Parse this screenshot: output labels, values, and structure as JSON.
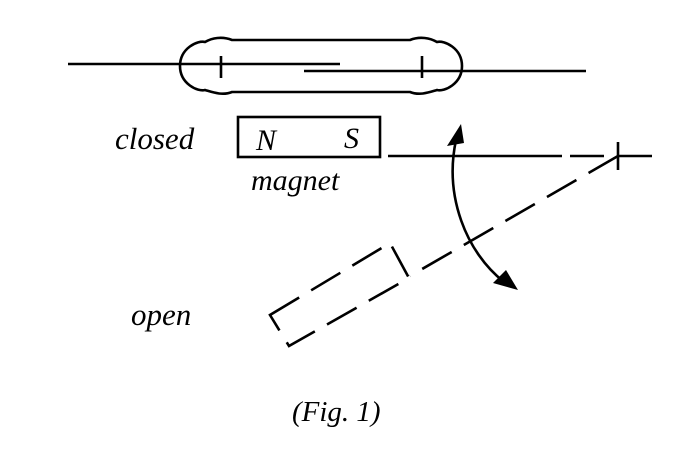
{
  "labels": {
    "closed": "closed",
    "open": "open",
    "magnet": "magnet",
    "pole_north": "N",
    "pole_south": "S",
    "caption": "(Fig. 1)"
  }
}
